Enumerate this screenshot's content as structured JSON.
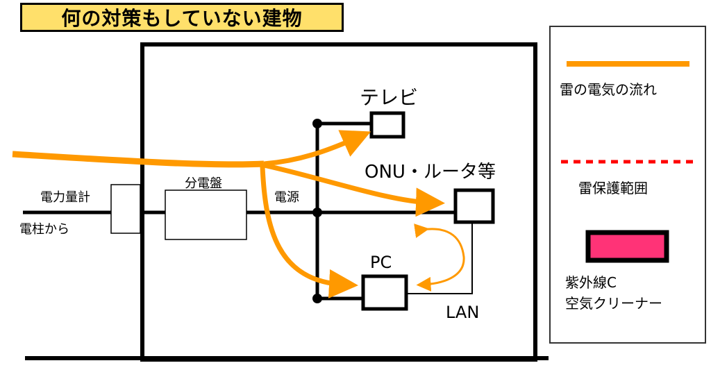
{
  "title": "何の対策もしていない建物",
  "labels": {
    "meter": "電力量計",
    "from_pole": "電柱から",
    "panel": "分電盤",
    "power": "電源",
    "tv": "テレビ",
    "onu_router": "ONU・ルータ等",
    "pc": "PC",
    "lan": "LAN"
  },
  "legend": {
    "items": [
      {
        "label": "雷の電気の流れ",
        "symbol": "orange-line"
      },
      {
        "label": "雷保護範囲",
        "symbol": "red-dashed-line"
      },
      {
        "label_line1": "紫外線C",
        "label_line2": "空気クリーナー",
        "symbol": "pink-box"
      }
    ]
  },
  "colors": {
    "lightning_flow": "#ff9900",
    "protection_range": "#ff0000",
    "uvc_cleaner": "#ff3377",
    "title_bg": "#ffe06b"
  }
}
